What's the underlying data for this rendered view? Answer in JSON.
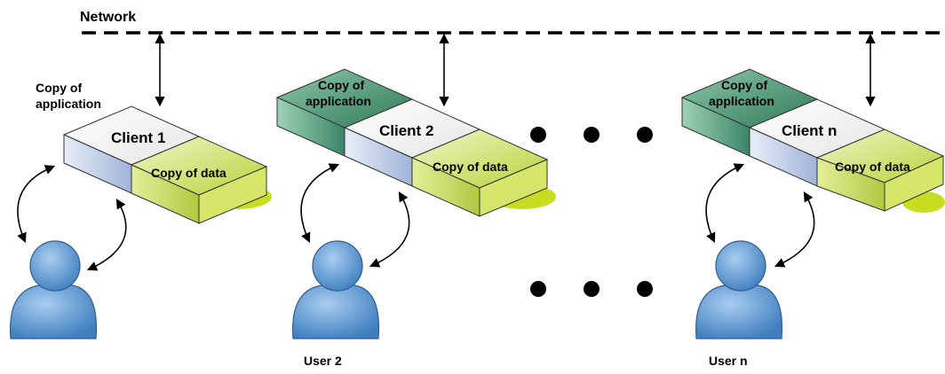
{
  "network": {
    "label": "Network"
  },
  "clients": [
    {
      "name": "Client 1",
      "app_label_line1": "Copy of",
      "app_label_line2": "application",
      "data_label": "Copy of data",
      "user_label": ""
    },
    {
      "name": "Client 2",
      "app_label_line1": "Copy of",
      "app_label_line2": "application",
      "data_label": "Copy of data",
      "user_label": "User 2"
    },
    {
      "name": "Client n",
      "app_label_line1": "Copy of",
      "app_label_line2": "application",
      "data_label": "Copy of data",
      "user_label": "User n"
    }
  ],
  "colors": {
    "app_block": "#4f9a7a",
    "client_block": "#f2f2f2",
    "data_block": "#cfe27a",
    "data_shadow": "#c8dc20",
    "user_icon": "#5b9bd5",
    "line": "#000000"
  }
}
